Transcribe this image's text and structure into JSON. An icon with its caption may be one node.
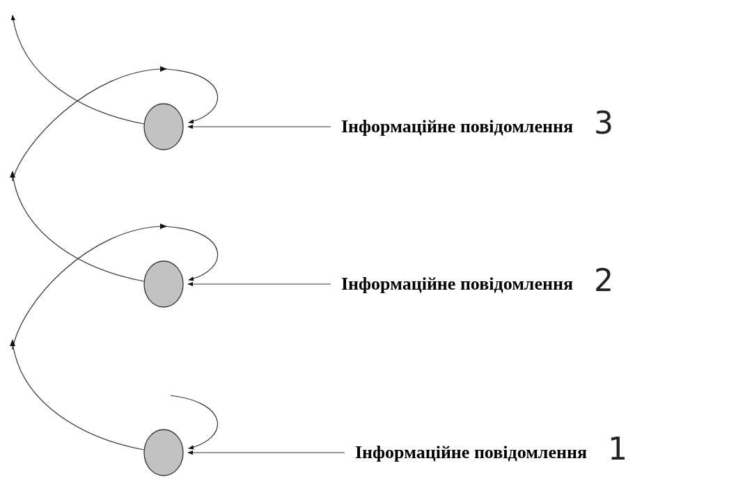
{
  "diagram": {
    "nodes": [
      {
        "text": [],
        "shape": "circle"
      },
      {
        "text": [
          "Інформаційне повідомлення"
        ],
        "beside": [
          "3"
        ]
      },
      {
        "text": [],
        "shape": "circle"
      },
      {
        "text": [
          "Інформаційне повідомлення"
        ],
        "beside": [
          "2"
        ]
      },
      {
        "text": [],
        "shape": "circle"
      },
      {
        "text": [
          "Інформаційне повідомлення"
        ],
        "beside": [
          "1"
        ]
      }
    ],
    "edges": [
      {
        "from": null,
        "to": 4,
        "arrow": "to"
      },
      {
        "from": 4,
        "to": 2,
        "arrow": "to"
      },
      {
        "from": 2,
        "to": 0,
        "arrow": "to"
      },
      {
        "from": 0,
        "to": null,
        "arrow": "to"
      },
      {
        "from": 1,
        "to": 0,
        "arrow": "to"
      },
      {
        "from": 3,
        "to": 2,
        "arrow": "to"
      },
      {
        "from": 5,
        "to": 4,
        "arrow": "to"
      }
    ]
  }
}
